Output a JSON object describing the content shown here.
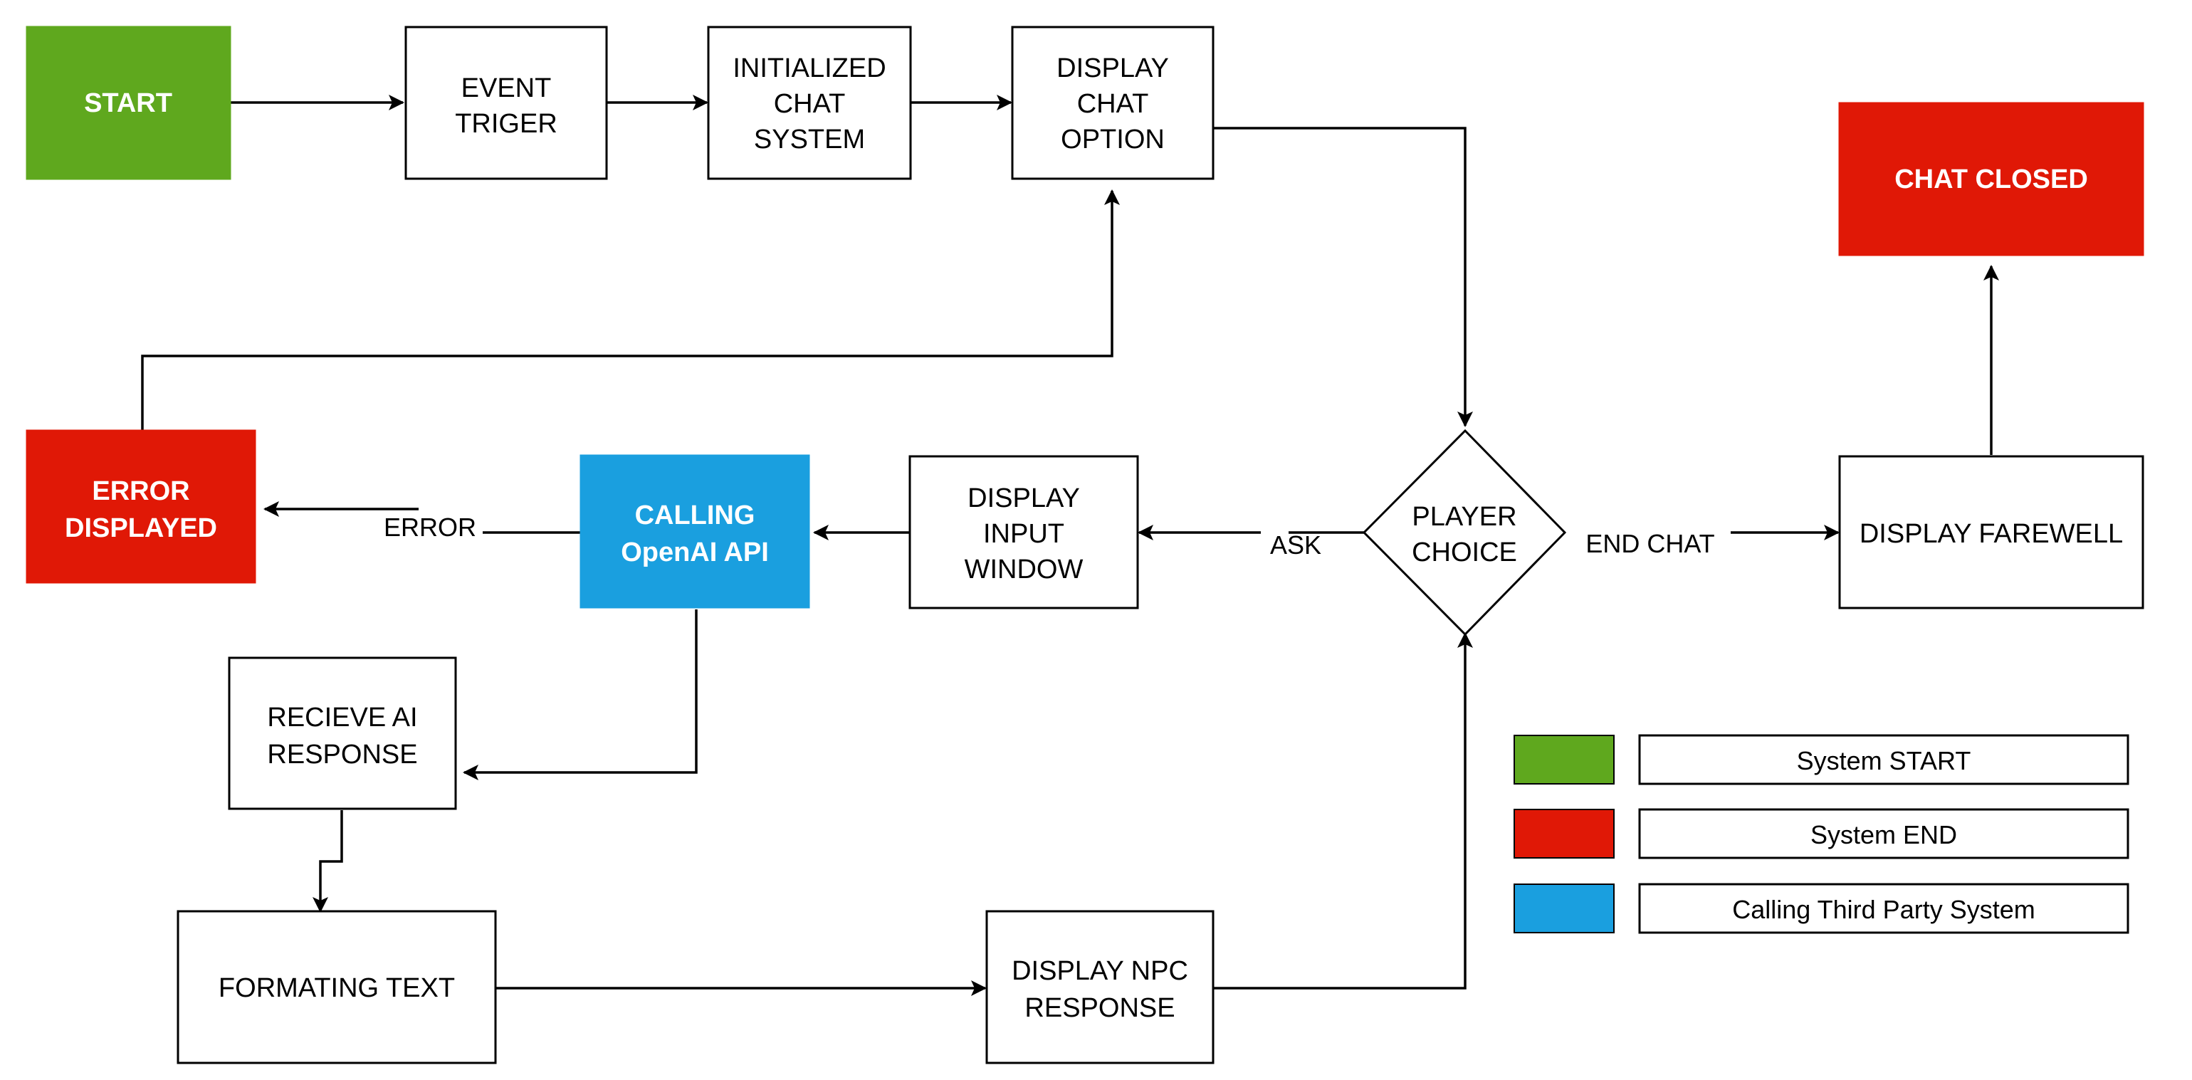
{
  "colors": {
    "start": "#5fa81e",
    "end": "#e01806",
    "third_party": "#1a9fdf",
    "stroke": "#000000",
    "box": "#ffffff"
  },
  "nodes": {
    "start": {
      "line1": "START"
    },
    "event_trigger": {
      "line1": "EVENT",
      "line2": "TRIGER"
    },
    "initialized_chat": {
      "line1": "INITIALIZED",
      "line2": "CHAT",
      "line3": "SYSTEM"
    },
    "display_chat_option": {
      "line1": "DISPLAY",
      "line2": "CHAT",
      "line3": "OPTION"
    },
    "chat_closed": {
      "line1": "CHAT CLOSED"
    },
    "error_displayed": {
      "line1": "ERROR",
      "line2": "DISPLAYED"
    },
    "calling_openai": {
      "line1": "CALLING",
      "line2": "OpenAI API"
    },
    "display_input_window": {
      "line1": "DISPLAY",
      "line2": "INPUT",
      "line3": "WINDOW"
    },
    "player_choice": {
      "line1": "PLAYER",
      "line2": "CHOICE"
    },
    "display_farewell": {
      "line1": "DISPLAY FAREWELL"
    },
    "recieve_ai_response": {
      "line1": "RECIEVE AI",
      "line2": "RESPONSE"
    },
    "formating_text": {
      "line1": "FORMATING TEXT"
    },
    "display_npc_response": {
      "line1": "DISPLAY NPC",
      "line2": "RESPONSE"
    }
  },
  "edge_labels": {
    "ask": "ASK",
    "end_chat": "END CHAT",
    "error": "ERROR"
  },
  "legend": {
    "items": [
      {
        "label": "System START",
        "color": "#5fa81e"
      },
      {
        "label": "System END",
        "color": "#e01806"
      },
      {
        "label": "Calling Third Party System",
        "color": "#1a9fdf"
      }
    ]
  }
}
